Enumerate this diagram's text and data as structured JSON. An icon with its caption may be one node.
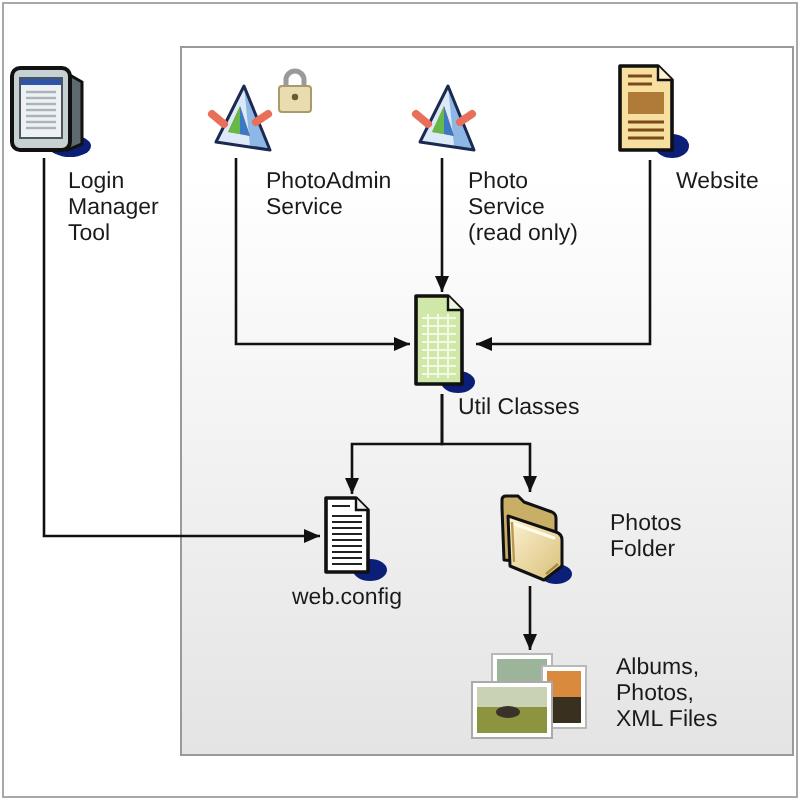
{
  "diagram": {
    "nodes": [
      {
        "text": [],
        "shape": "picture",
        "beside": [
          "Login Manager Tool"
        ]
      },
      {
        "text": [],
        "shape": "box"
      },
      {
        "text": [],
        "shape": "picture",
        "beside": [
          "PhotoAdmin Service"
        ],
        "in": 1
      },
      {
        "text": [],
        "shape": "picture",
        "beside": [
          "Photo Service (read only)"
        ],
        "in": 1
      },
      {
        "text": [],
        "shape": "picture",
        "beside": [
          "Website"
        ],
        "in": 1
      },
      {
        "text": [],
        "shape": "picture",
        "beside": [
          "Util Classes"
        ],
        "in": 1
      },
      {
        "text": [],
        "shape": "picture",
        "beside": [
          "web.config"
        ],
        "in": 1
      },
      {
        "text": [],
        "shape": "picture",
        "beside": [
          "Photos Folder"
        ],
        "in": 1
      },
      {
        "text": [],
        "shape": "picture",
        "beside": [
          "Albums, Photos, XML Files"
        ],
        "in": 1
      }
    ],
    "edges": [
      {
        "from": 0,
        "to": 6,
        "arrow": "to"
      },
      {
        "from": 2,
        "to": 5,
        "arrow": "to"
      },
      {
        "from": 3,
        "to": 5,
        "arrow": "to"
      },
      {
        "from": 4,
        "to": 5,
        "arrow": "to"
      },
      {
        "from": 5,
        "to": 6,
        "arrow": "to"
      },
      {
        "from": 5,
        "to": 7,
        "arrow": "to"
      },
      {
        "from": 7,
        "to": 8,
        "arrow": "to"
      }
    ]
  }
}
